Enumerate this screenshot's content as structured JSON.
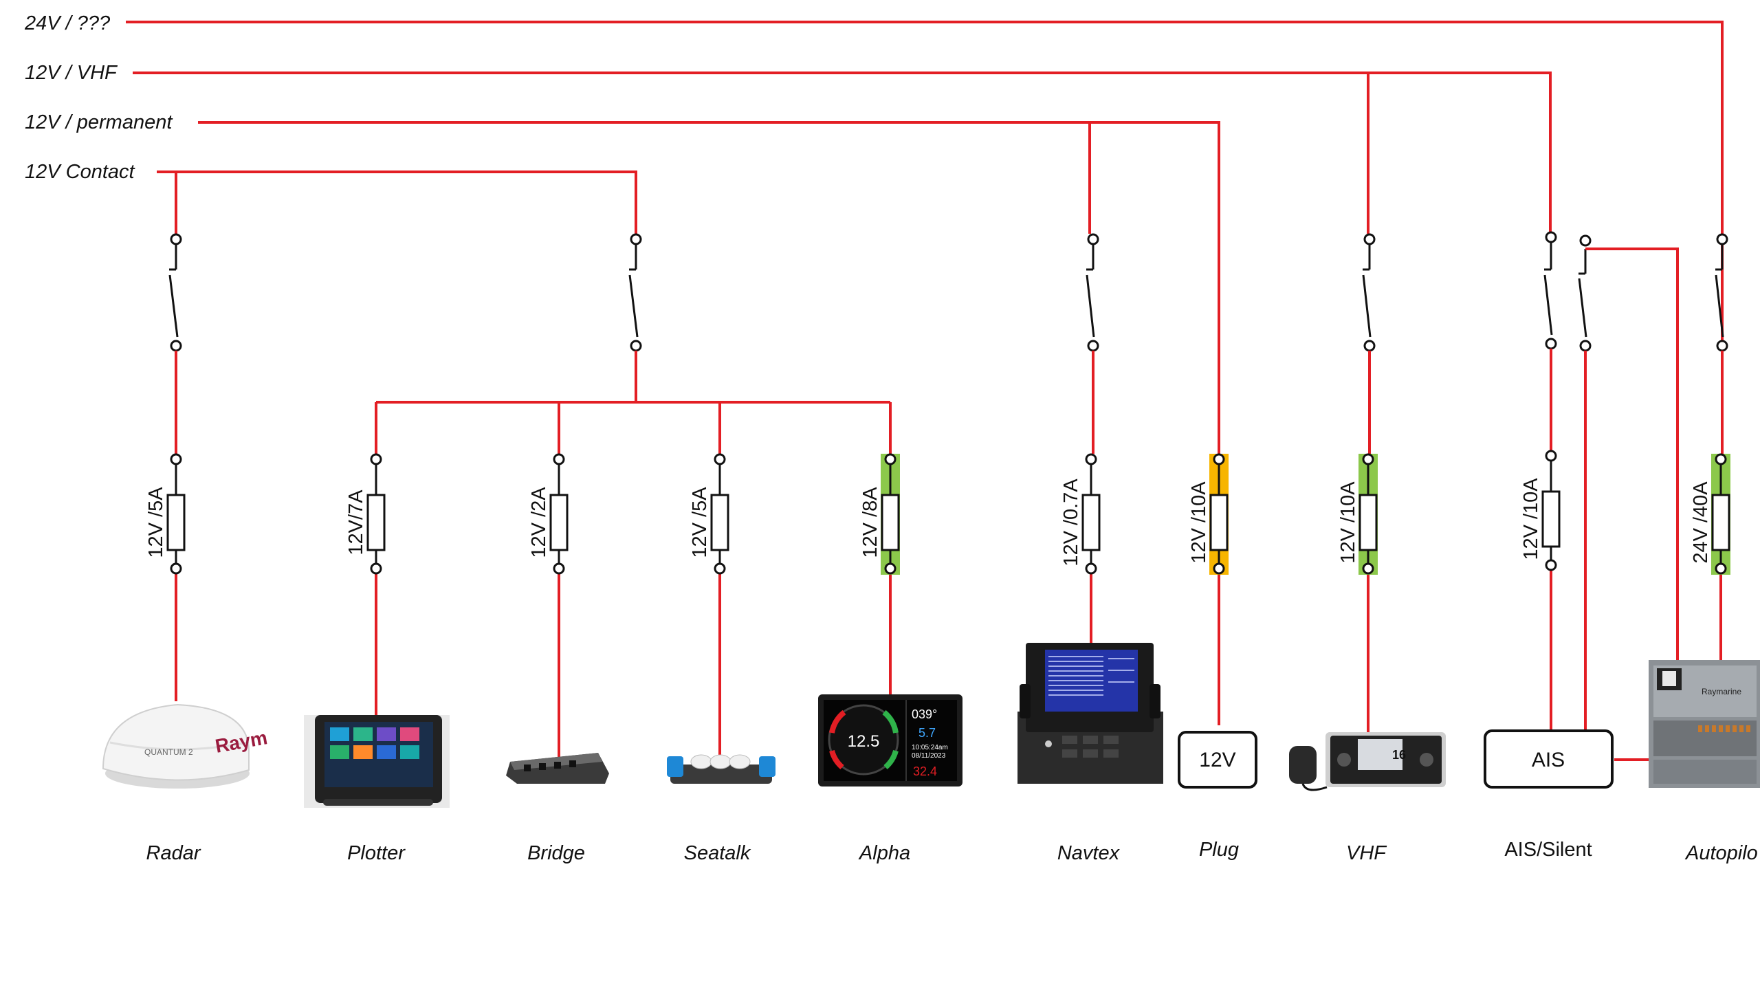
{
  "buses": [
    {
      "id": "bus24",
      "label": "24V / ???"
    },
    {
      "id": "busvhf",
      "label": "12V / VHF"
    },
    {
      "id": "busperm",
      "label": "12V / permanent"
    },
    {
      "id": "buscontact",
      "label": "12V Contact"
    }
  ],
  "fuses": [
    {
      "id": "radar",
      "label": "12V /5A",
      "highlight": "none"
    },
    {
      "id": "plotter",
      "label": "12V/7A",
      "highlight": "none"
    },
    {
      "id": "bridge",
      "label": "12V /2A",
      "highlight": "none"
    },
    {
      "id": "seatalk",
      "label": "12V /5A",
      "highlight": "none"
    },
    {
      "id": "alpha",
      "label": "12V /8A",
      "highlight": "#8cc84b"
    },
    {
      "id": "navtex",
      "label": "12V /0.7A",
      "highlight": "none"
    },
    {
      "id": "plug",
      "label": "12V /10A",
      "highlight": "#f7b500"
    },
    {
      "id": "vhf",
      "label": "12V /10A",
      "highlight": "#8cc84b"
    },
    {
      "id": "ais",
      "label": "12V /10A",
      "highlight": "none"
    },
    {
      "id": "autopilot",
      "label": "24V /40A",
      "highlight": "#8cc84b"
    }
  ],
  "devices": [
    {
      "id": "radar",
      "label": "Radar",
      "icon": "radar-dome-icon",
      "brand_text": "Raym",
      "model_text": "QUANTUM 2"
    },
    {
      "id": "plotter",
      "label": "Plotter",
      "icon": "chartplotter-icon"
    },
    {
      "id": "bridge",
      "label": "Bridge",
      "icon": "network-bridge-icon"
    },
    {
      "id": "seatalk",
      "label": "Seatalk",
      "icon": "seatalk-connector-icon"
    },
    {
      "id": "alpha",
      "label": "Alpha",
      "icon": "alpha-display-icon",
      "screen": {
        "heading": "039°",
        "speed": "5.7",
        "value": "12.5",
        "time": "10:05:24am",
        "date": "08/11/2023",
        "depth": "32.4"
      }
    },
    {
      "id": "navtex",
      "label": "Navtex",
      "icon": "navtex-receiver-icon"
    },
    {
      "id": "plug",
      "label": "Plug",
      "box_text": "12V"
    },
    {
      "id": "vhf",
      "label": "VHF",
      "icon": "vhf-radio-icon",
      "channel": "16"
    },
    {
      "id": "ais",
      "label": "AIS/Silent",
      "box_text": "AIS"
    },
    {
      "id": "autopilot",
      "label": "Autopilo",
      "icon": "autopilot-unit-icon",
      "brand_text": "Raymarine"
    }
  ],
  "colors": {
    "wire": "#e31e24",
    "fuse_green": "#8cc84b",
    "fuse_yellow": "#f7b500"
  }
}
